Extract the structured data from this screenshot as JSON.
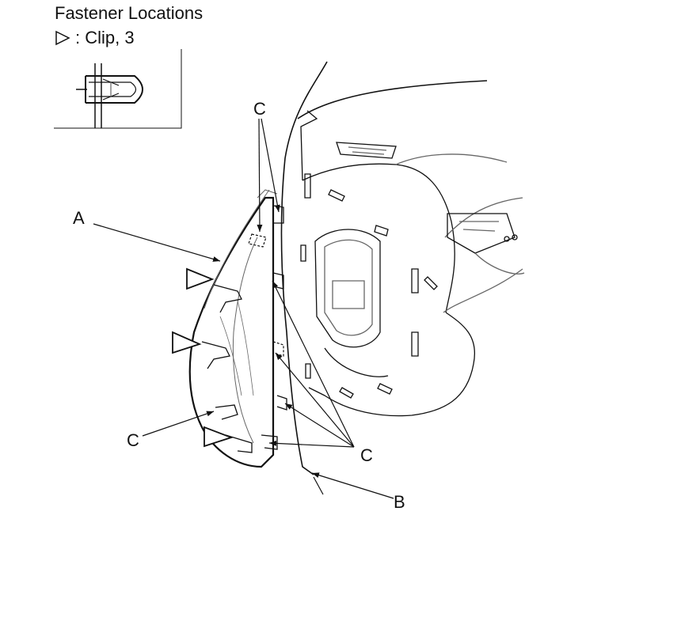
{
  "header": {
    "title": "Fastener Locations",
    "legend_label": ": Clip, 3"
  },
  "callouts": {
    "a": "A",
    "b": "B",
    "c_top": "C",
    "c_left": "C",
    "c_right": "C"
  },
  "colors": {
    "line": "#111111",
    "detail": "#666666",
    "background": "#ffffff"
  }
}
